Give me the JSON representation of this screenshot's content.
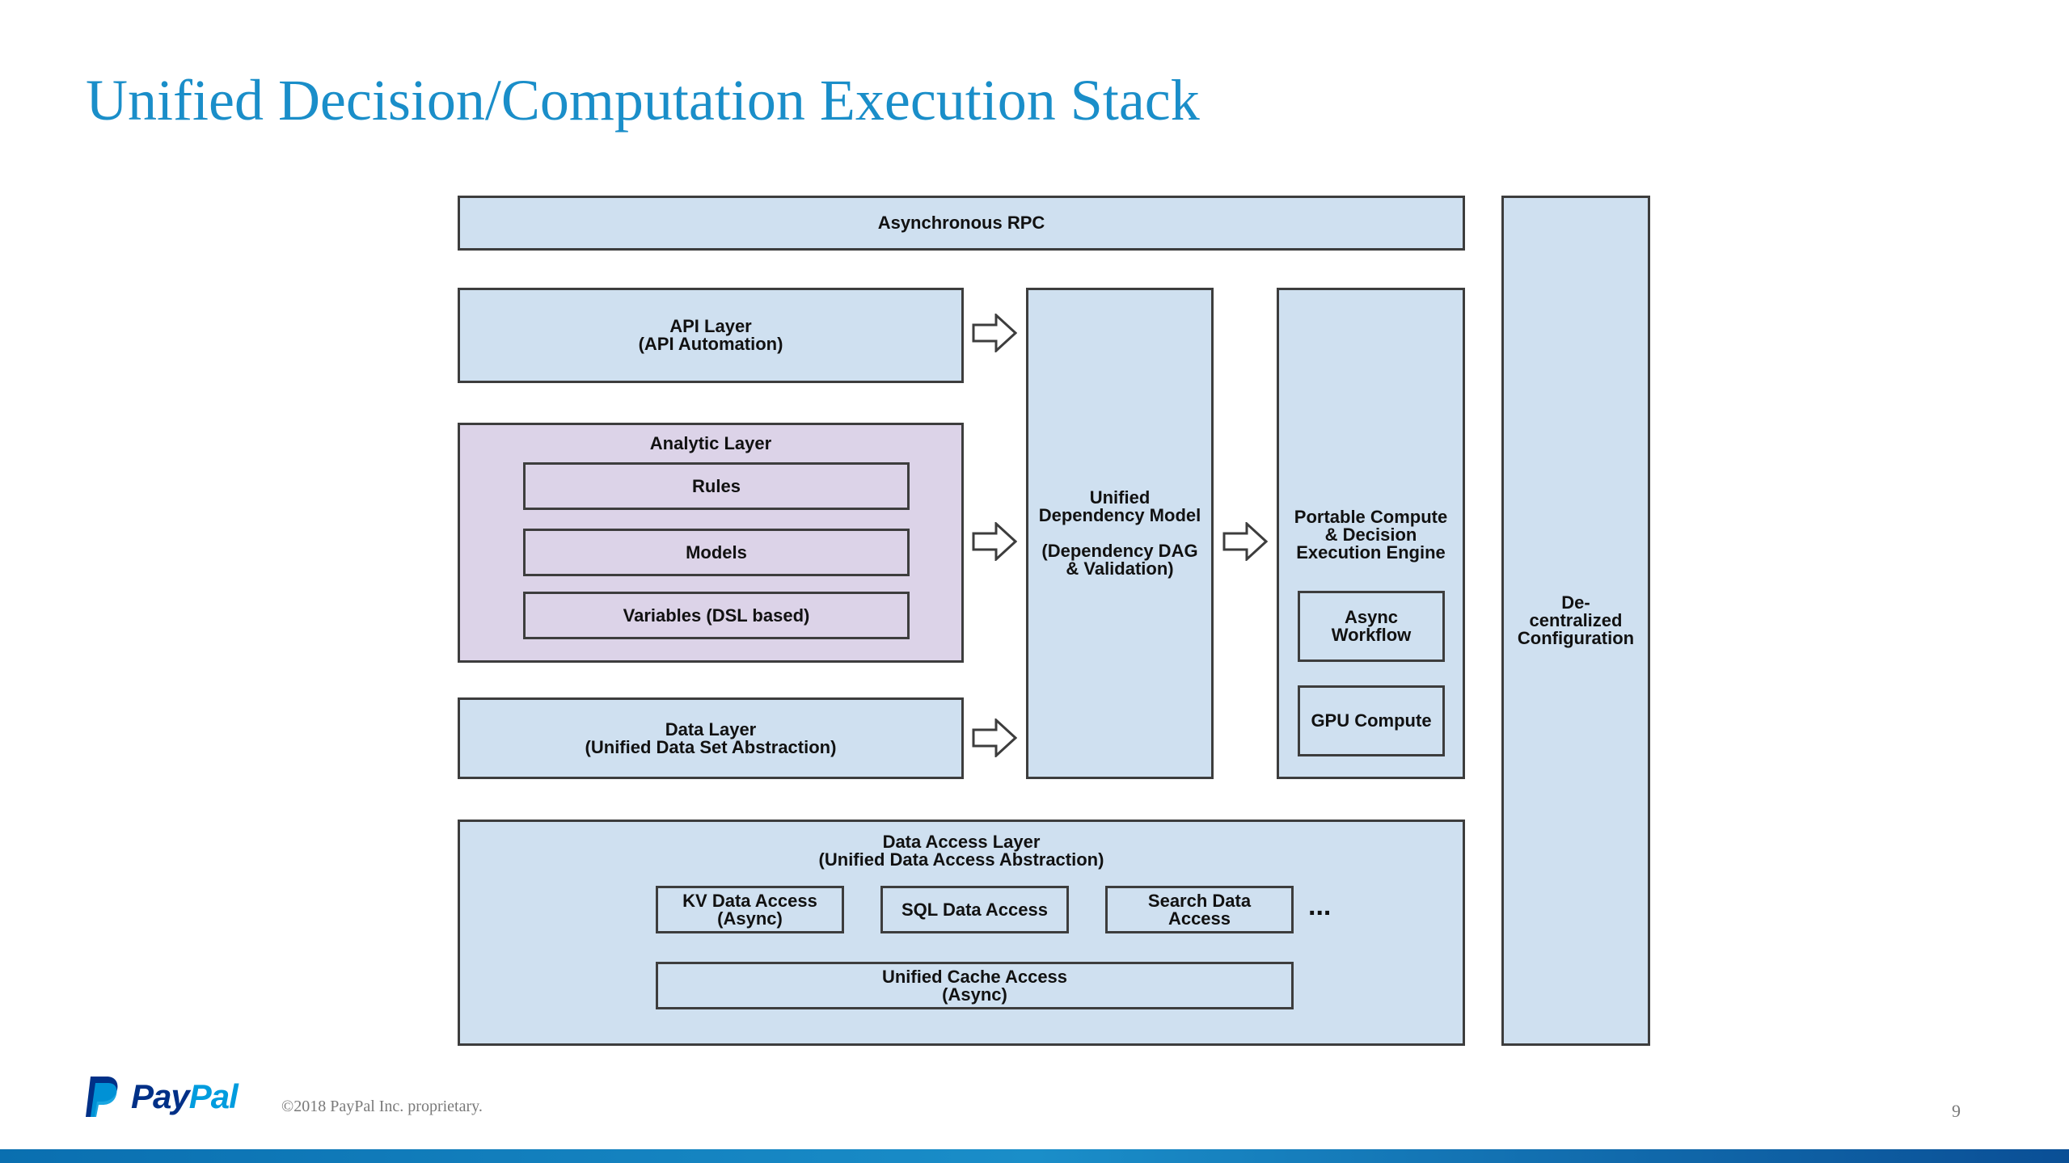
{
  "slide": {
    "title": "Unified Decision/Computation Execution Stack",
    "copyright": "©2018 PayPal Inc. proprietary.",
    "page_number": "9",
    "logo": {
      "word_a": "Pay",
      "word_b": "Pal",
      "icon": "paypal-p-logo"
    }
  },
  "diagram": {
    "async_rpc": "Asynchronous RPC",
    "api_layer": {
      "line1": "API Layer",
      "line2": "(API Automation)"
    },
    "analytic_layer": {
      "title": "Analytic Layer",
      "rules": "Rules",
      "models": "Models",
      "variables": "Variables (DSL based)"
    },
    "data_layer": {
      "line1": "Data Layer",
      "line2": "(Unified Data Set Abstraction)"
    },
    "unified_dependency": {
      "line1": "Unified",
      "line2": "Dependency Model",
      "line3": "(Dependency DAG",
      "line4": "& Validation)"
    },
    "portable_compute": {
      "line1": "Portable Compute",
      "line2": "& Decision",
      "line3": "Execution Engine",
      "async_workflow_1": "Async",
      "async_workflow_2": "Workflow",
      "gpu_compute": "GPU Compute"
    },
    "decentralized": {
      "line1": "De-",
      "line2": "centralized",
      "line3": "Configuration"
    },
    "data_access_layer": {
      "line1": "Data Access Layer",
      "line2": "(Unified Data Access Abstraction)",
      "kv_1": "KV Data Access",
      "kv_2": "(Async)",
      "sql": "SQL Data Access",
      "search_1": "Search Data",
      "search_2": "Access",
      "ellipsis": "...",
      "cache_1": "Unified Cache Access",
      "cache_2": "(Async)"
    },
    "colors": {
      "blue_box": "#cfe0f0",
      "purple_box": "#dcd3e8",
      "title": "#1a8ec9"
    }
  }
}
